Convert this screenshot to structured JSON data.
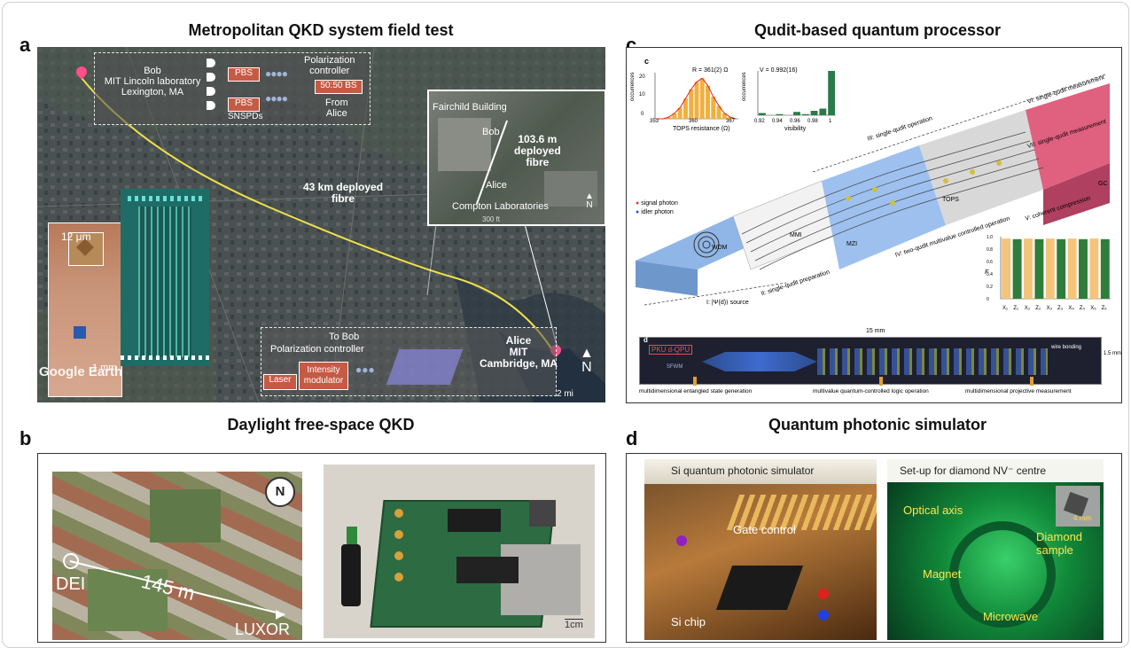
{
  "panels": {
    "a": {
      "letter": "a",
      "title": "Metropolitan QKD system field test",
      "bob_site": [
        "Bob",
        "MIT Lincoln laboratory",
        "Lexington, MA"
      ],
      "pbs_label": "PBS",
      "pc_label": [
        "Polarization",
        "controller"
      ],
      "bs_label": "50:50 BS",
      "snspd_label": "SNSPDs",
      "from_alice": [
        "From",
        "Alice"
      ],
      "fiber_label": [
        "43 km deployed",
        "fibre"
      ],
      "inset": {
        "fairchild": "Fairchild Building",
        "bob": "Bob",
        "fibre": [
          "103.6 m",
          "deployed",
          "fibre"
        ],
        "alice": "Alice",
        "compton": "Compton Laboratories",
        "scale": "300 ft",
        "north": "N"
      },
      "chip": {
        "scale_um": "12 μm",
        "scale_mm": "1 mm"
      },
      "alice_site": [
        "Alice",
        "MIT",
        "Cambridge, MA"
      ],
      "to_bob": "To Bob",
      "pc_bottom": "Polarization controller",
      "laser": "Laser",
      "intensity": [
        "Intensity",
        "modulator"
      ],
      "google_earth": "Google Earth",
      "scale_mi": "2 mi",
      "north": "N"
    },
    "b": {
      "letter": "b",
      "title": "Daylight free-space QKD",
      "dei": "DEI",
      "distance": "145 m",
      "luxor": "LUXOR",
      "north": "N",
      "scale": "1cm"
    },
    "c": {
      "letter": "c",
      "title": "Qudit-based quantum processor",
      "sub_c": "c",
      "sub_d": "d",
      "hist1": {
        "annot": "R = 361(2) Ω",
        "xlabel": "TOPS resistance (Ω)",
        "ylabel": "occurrences",
        "xticks": [
          "353",
          "360",
          "367"
        ],
        "yticks": [
          "0",
          "10",
          "20"
        ]
      },
      "hist2": {
        "annot": "V = 0.992(16)",
        "xlabel": "visibility",
        "ylabel": "occurrences",
        "xticks": [
          "0.92",
          "0.94",
          "0.96",
          "0.98",
          "1"
        ]
      },
      "stages": [
        "I: |Ψ(d)⟩ source",
        "II: single-qudit preparation",
        "III: single-qudit operation",
        "IV: two-qudit multivalue controlled operation",
        "V: coherent compression",
        "VI: single-qudit measurement",
        "VII: single-qudit measurement"
      ],
      "components": {
        "wdm": "WDM",
        "mmi": "MMI",
        "mzi": "MZI",
        "tops": "TOPS",
        "gc": "GC"
      },
      "legend": {
        "signal": "signal photon",
        "idler": "idler photon"
      },
      "fidelity": {
        "ylabel": "F",
        "yticks": [
          "0",
          "0.2",
          "0.4",
          "0.6",
          "0.8",
          "1.0"
        ],
        "xticks": [
          "X₁",
          "Z₁",
          "X₂",
          "Z₂",
          "X₃",
          "Z₃",
          "X₄",
          "Z₄",
          "X₅",
          "Z₅"
        ]
      },
      "chip": {
        "length": "15 mm",
        "label": "PKU d-QPU",
        "wire": "wire bonding",
        "sfwm": "SFWM",
        "height": "1.5 mm"
      },
      "captions": [
        "multidimensional entangled state generation",
        "multivalue quantum-controlled logic operation",
        "multidimensional projective measurement"
      ]
    },
    "d": {
      "letter": "d",
      "title": "Quantum photonic simulator",
      "left": {
        "header": "Si quantum photonic simulator",
        "gate": "Gate control",
        "chip": "Si chip"
      },
      "right": {
        "header": "Set-up for diamond NV⁻ centre",
        "axis": "Optical axis",
        "diamond": [
          "Diamond",
          "sample"
        ],
        "magnet": "Magnet",
        "microwave": "Microwave",
        "scale": "4 mm"
      }
    }
  },
  "chart_data": [
    {
      "type": "bar",
      "title": "",
      "xlabel": "TOPS resistance (Ω)",
      "ylabel": "occurrences",
      "categories": [
        "353",
        "354",
        "355",
        "356",
        "357",
        "358",
        "359",
        "360",
        "361",
        "362",
        "363",
        "364",
        "365",
        "366",
        "367"
      ],
      "values": [
        0,
        0,
        1,
        3,
        6,
        11,
        16,
        20,
        22,
        18,
        12,
        7,
        3,
        1,
        0
      ],
      "annotation": "R = 361(2) Ω",
      "ylim": [
        0,
        25
      ]
    },
    {
      "type": "bar",
      "title": "",
      "xlabel": "visibility",
      "ylabel": "occurrences",
      "categories": [
        "0.92",
        "0.93",
        "0.94",
        "0.95",
        "0.96",
        "0.97",
        "0.98",
        "0.99",
        "1"
      ],
      "values": [
        2,
        0,
        1,
        0,
        3,
        1,
        4,
        6,
        40
      ],
      "annotation": "V = 0.992(16)"
    },
    {
      "type": "bar",
      "title": "",
      "xlabel": "",
      "ylabel": "F",
      "categories": [
        "X₁",
        "Z₁",
        "X₂",
        "Z₂",
        "X₃",
        "Z₃",
        "X₄",
        "Z₄",
        "X₅",
        "Z₅"
      ],
      "series": [
        {
          "values": [
            0.97,
            0.96,
            0.97,
            0.96,
            0.97,
            0.96,
            0.97,
            0.96,
            0.97,
            0.96
          ]
        }
      ],
      "ylim": [
        0,
        1.0
      ]
    }
  ]
}
